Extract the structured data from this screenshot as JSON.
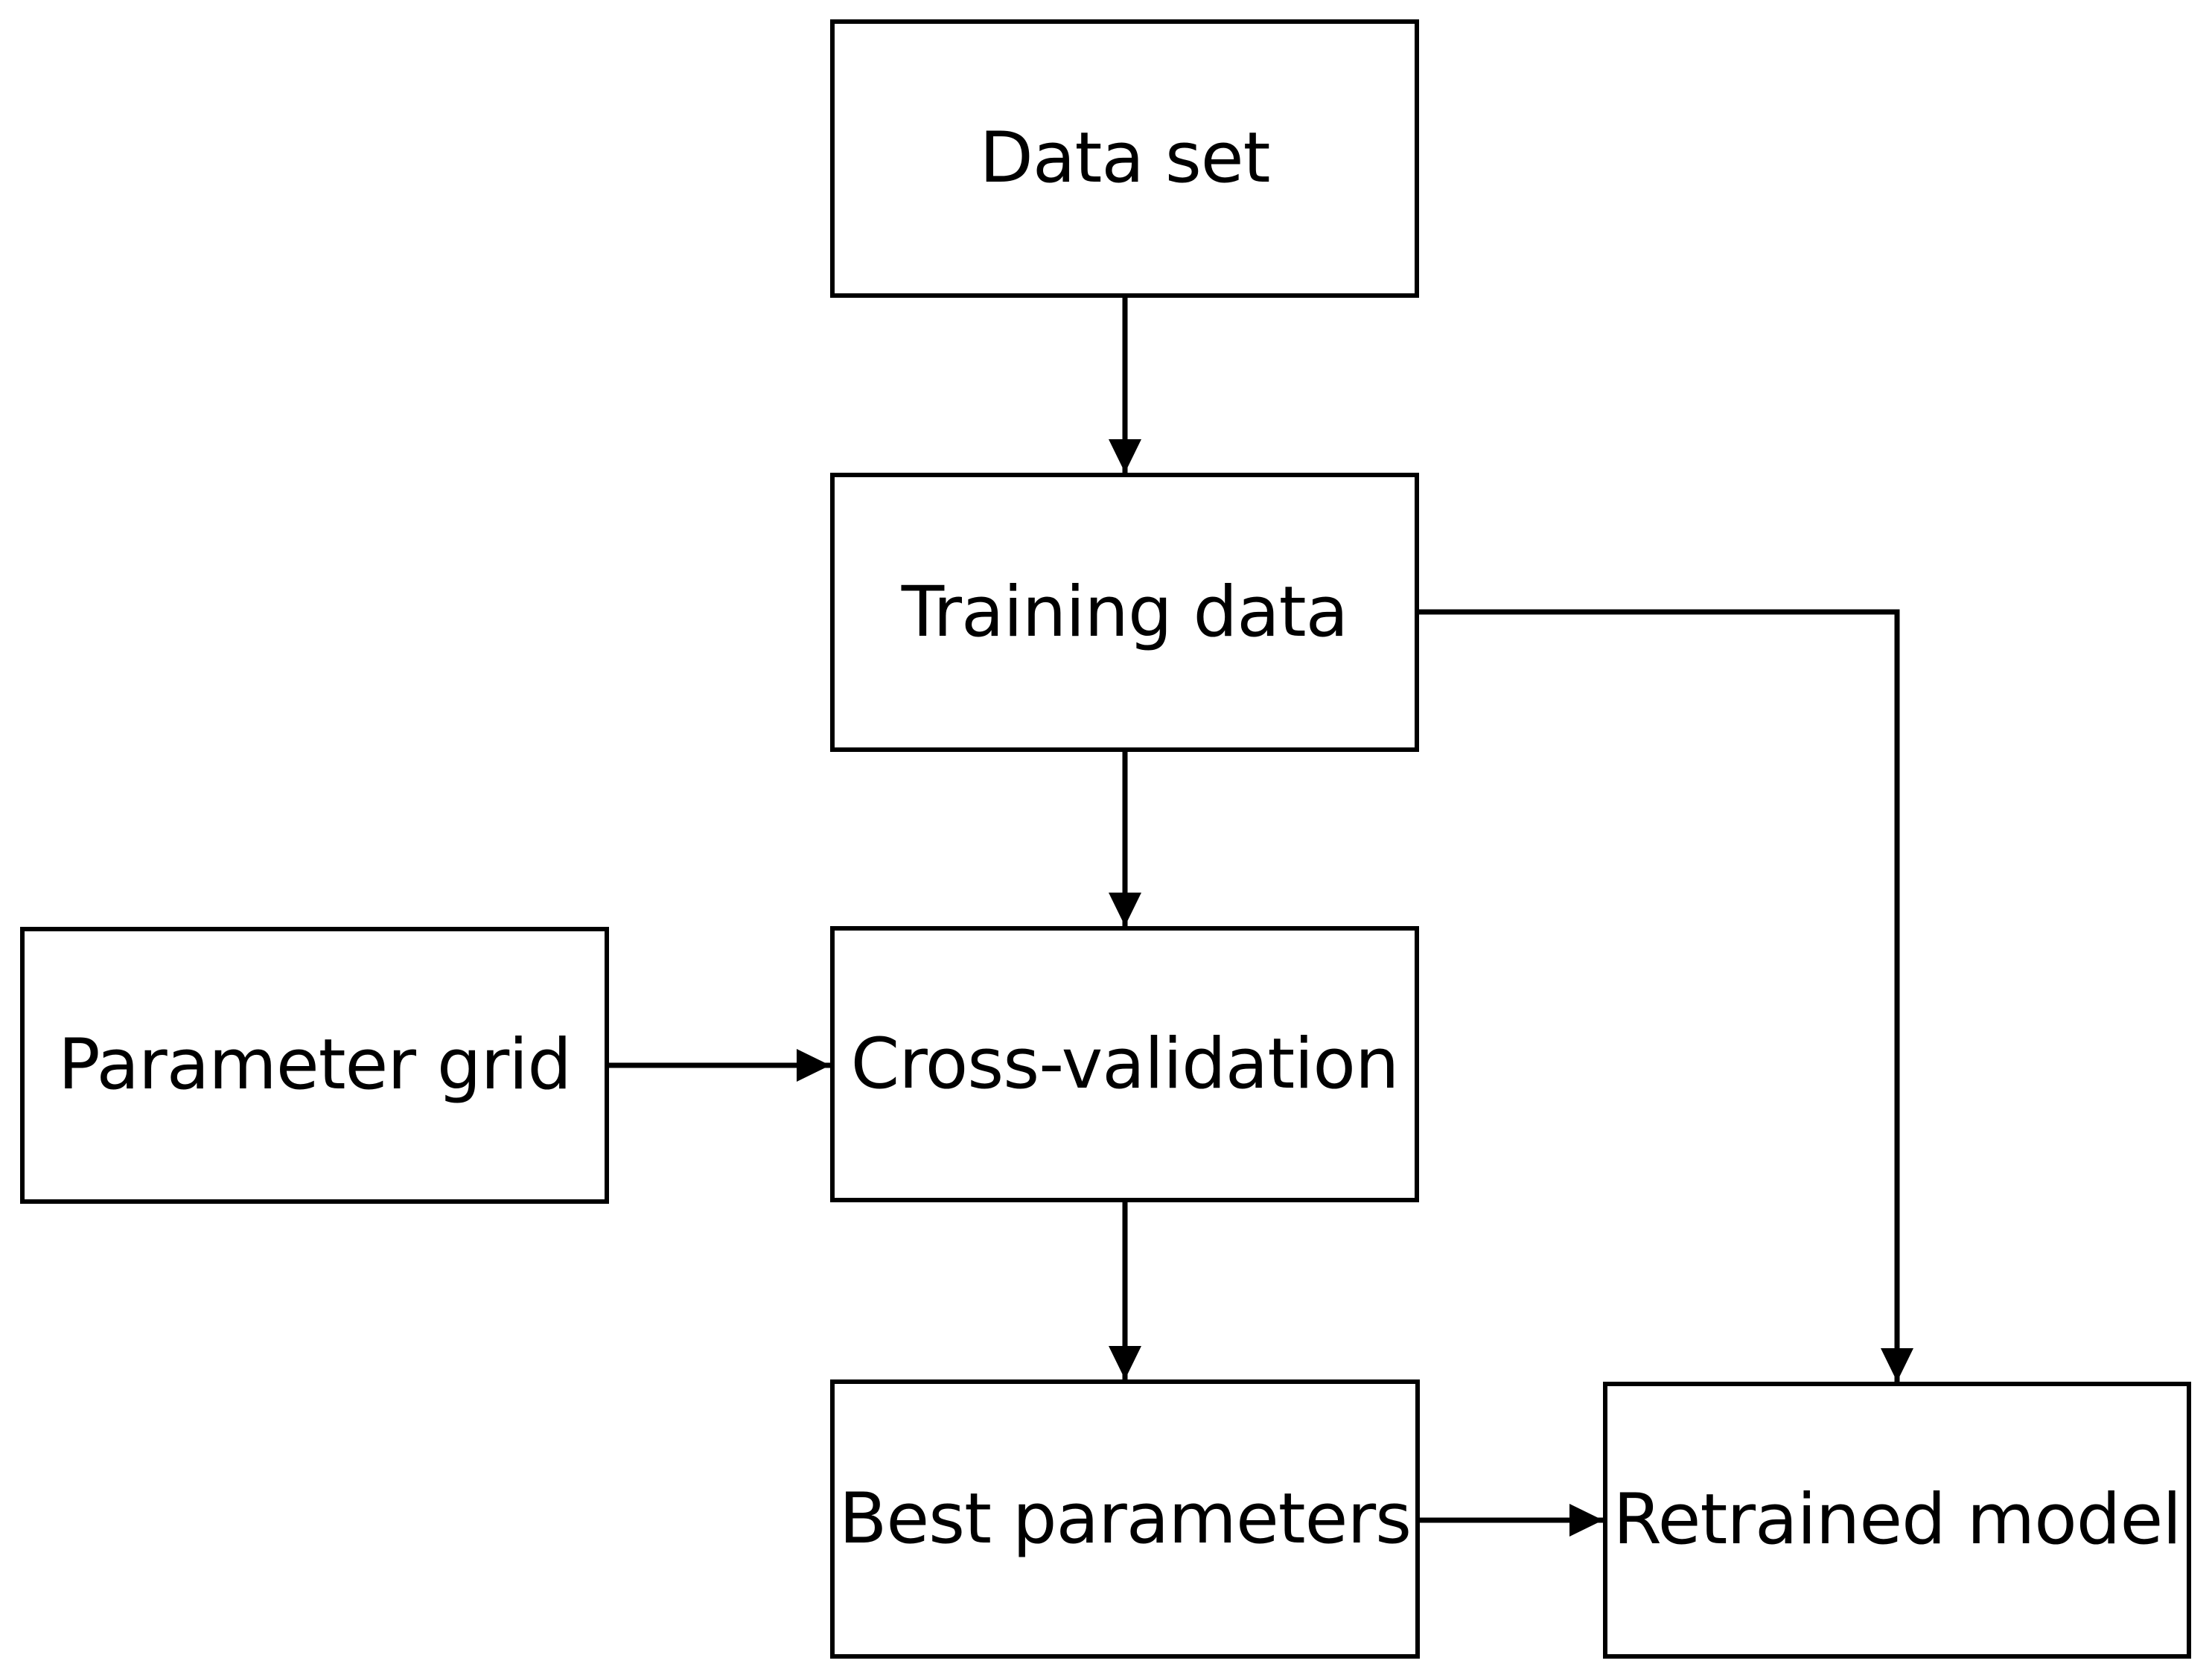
{
  "diagram": {
    "type": "flowchart",
    "background_color": "#ffffff",
    "node_fill_color": "#ffffff",
    "node_border_color": "#000000",
    "text_color": "#000000",
    "arrow_color": "#000000",
    "nodes": [
      {
        "id": "data-set",
        "label": "Data set"
      },
      {
        "id": "training-data",
        "label": "Training data"
      },
      {
        "id": "parameter-grid",
        "label": "Parameter grid"
      },
      {
        "id": "cross-validation",
        "label": "Cross-validation"
      },
      {
        "id": "best-parameters",
        "label": "Best parameters"
      },
      {
        "id": "retrained-model",
        "label": "Retrained model"
      }
    ],
    "edges": [
      {
        "from": "data-set",
        "to": "training-data"
      },
      {
        "from": "training-data",
        "to": "cross-validation"
      },
      {
        "from": "parameter-grid",
        "to": "cross-validation"
      },
      {
        "from": "cross-validation",
        "to": "best-parameters"
      },
      {
        "from": "best-parameters",
        "to": "retrained-model"
      },
      {
        "from": "training-data",
        "to": "retrained-model"
      }
    ]
  }
}
